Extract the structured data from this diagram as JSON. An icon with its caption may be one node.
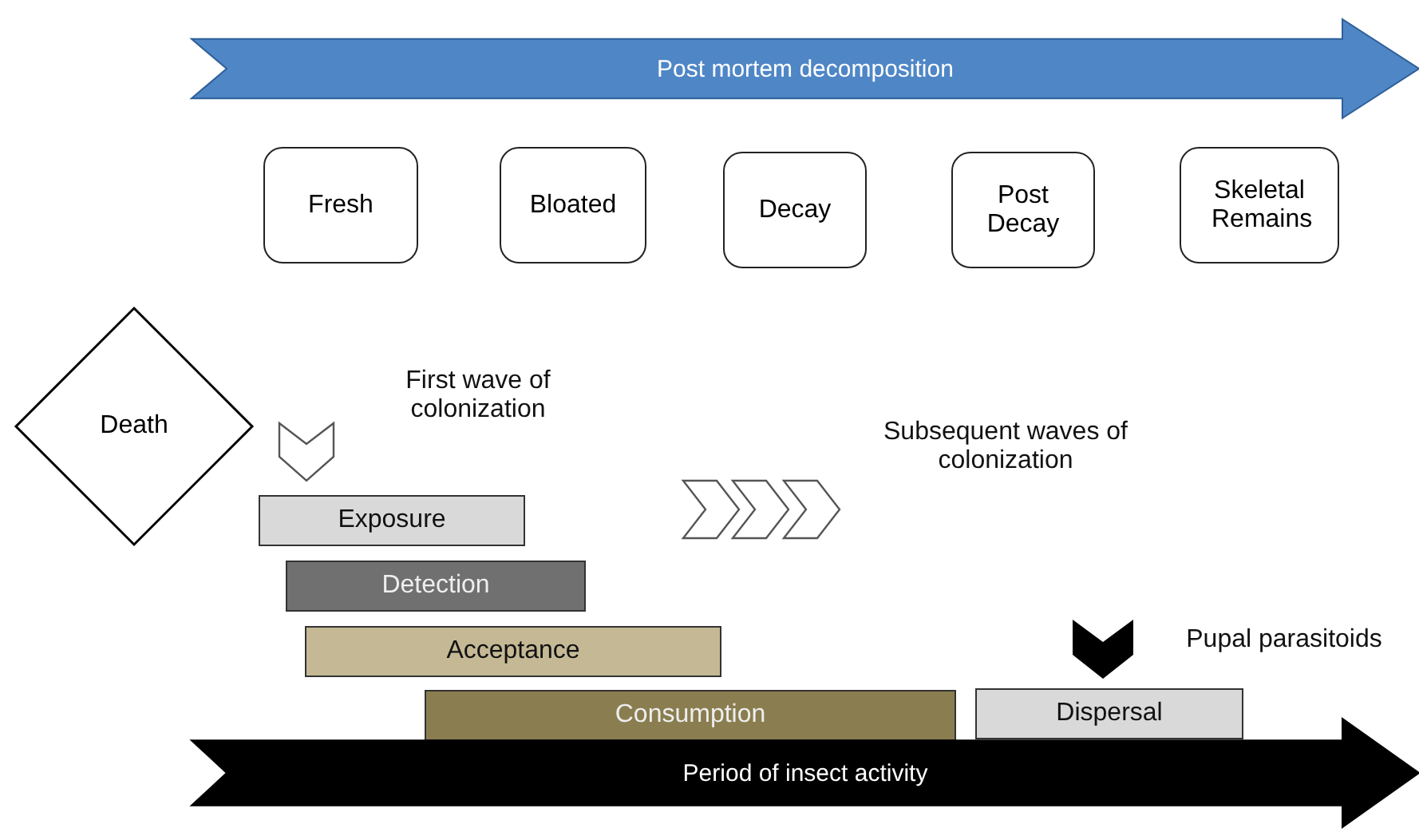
{
  "diagram": {
    "nodes": [
      {
        "text": [
          "Post mortem decomposition"
        ]
      },
      {
        "text": [
          "Fresh"
        ]
      },
      {
        "text": [
          "Bloated"
        ]
      },
      {
        "text": [
          "Decay"
        ]
      },
      {
        "text": [
          "Post Decay"
        ]
      },
      {
        "text": [
          "Skeletal Remains"
        ]
      },
      {
        "text": [
          "Death"
        ]
      },
      {
        "text": [
          "Exposure"
        ]
      },
      {
        "text": [
          "Detection"
        ]
      },
      {
        "text": [
          "Acceptance"
        ]
      },
      {
        "text": [
          "Consumption"
        ]
      },
      {
        "text": [
          "Dispersal"
        ]
      },
      {
        "text": [
          "Period of insect activity"
        ]
      }
    ],
    "labels": [
      "First wave of colonization",
      "Subsequent waves of colonization",
      "Pupal parasitoids"
    ]
  }
}
